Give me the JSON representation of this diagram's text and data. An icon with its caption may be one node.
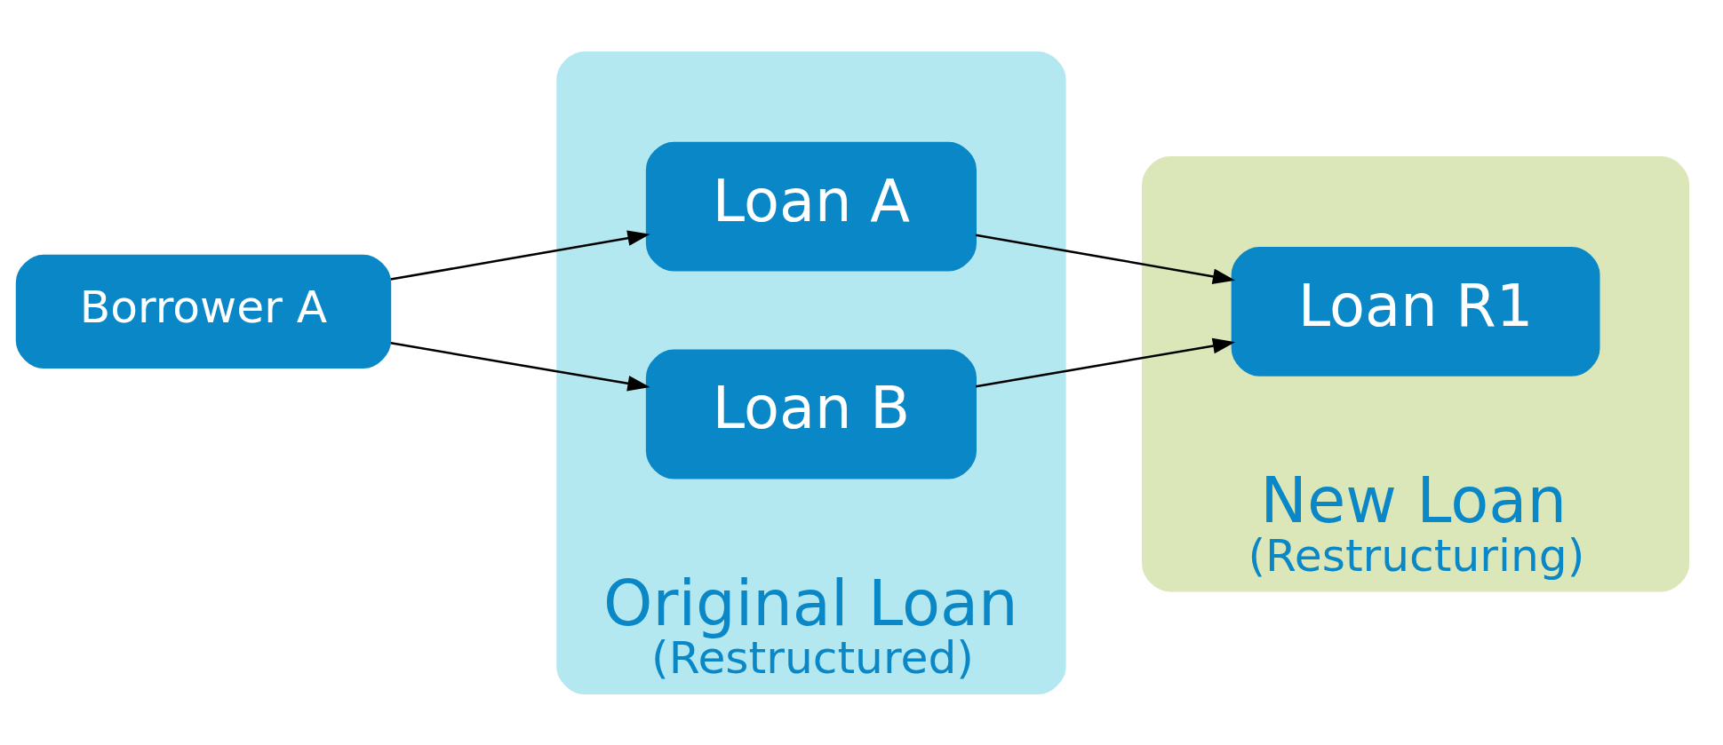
{
  "diagram": {
    "nodes": [
      {
        "text": [
          "Borrower A"
        ]
      },
      {
        "text": [
          "Original Loan",
          "(Restructured)"
        ]
      },
      {
        "text": [
          "Loan A"
        ],
        "in": 1
      },
      {
        "text": [
          "Loan B"
        ],
        "in": 1
      },
      {
        "text": [
          "New Loan",
          "(Restructuring)"
        ]
      },
      {
        "text": [
          "Loan R1"
        ],
        "in": 4
      }
    ],
    "edges": [
      {
        "from": 0,
        "to": 2,
        "arrow": "to"
      },
      {
        "from": 0,
        "to": 3,
        "arrow": "to"
      },
      {
        "from": 2,
        "to": 5,
        "arrow": "to"
      },
      {
        "from": 3,
        "to": 5,
        "arrow": "to"
      }
    ]
  }
}
